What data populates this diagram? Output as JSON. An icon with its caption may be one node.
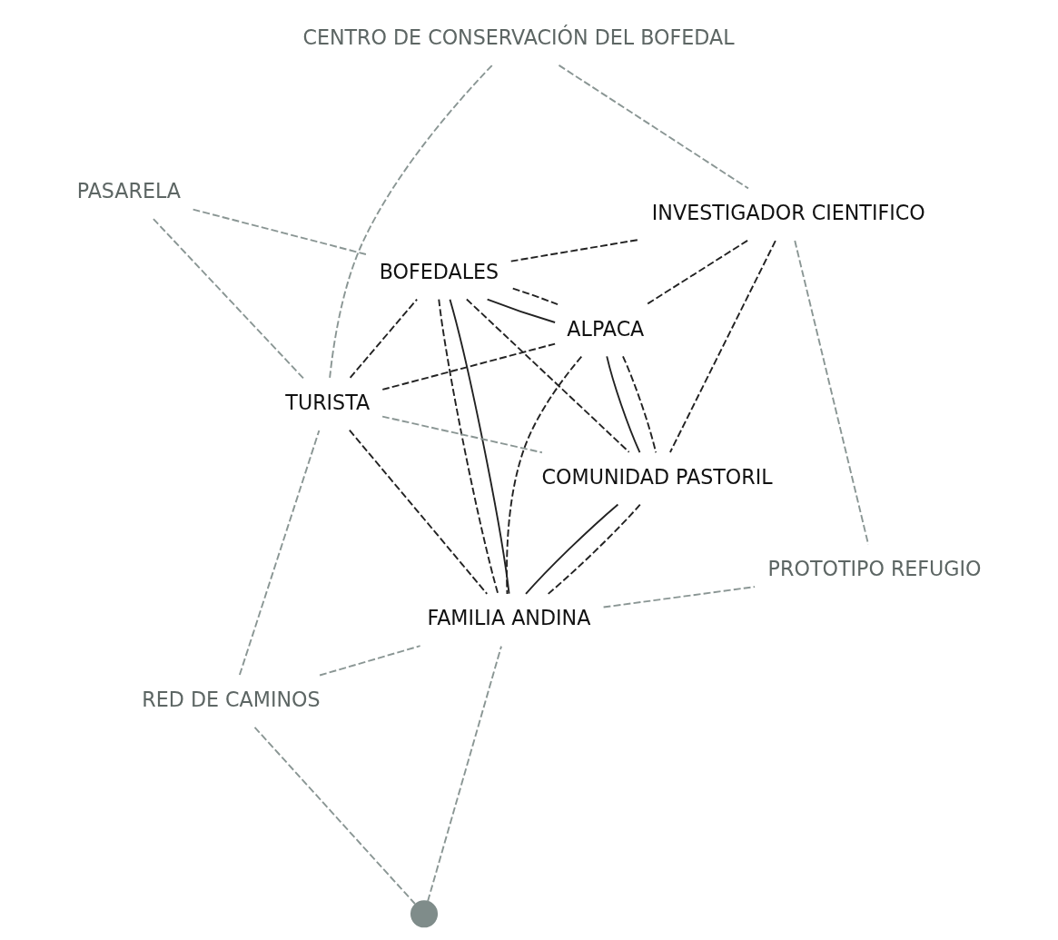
{
  "diagram": {
    "nodes": [
      {
        "text": [
          "CENTRO DE CONSERVACIÓN DEL BOFEDAL"
        ]
      },
      {
        "text": [
          "RED DE CAMINOS"
        ]
      },
      {
        "text": [
          "PASARELA"
        ]
      },
      {
        "text": [
          "BOFEDALES"
        ]
      },
      {
        "text": [
          "TURISTA"
        ]
      },
      {
        "text": [
          "INVESTIGADOR CIENTIFICO"
        ]
      },
      {
        "text": [],
        "shape": "circle"
      },
      {
        "text": [
          "ALPACA"
        ]
      },
      {
        "text": [
          "FAMILIA ANDINA"
        ]
      },
      {
        "text": [
          "PROTOTIPO REFUGIO"
        ]
      },
      {
        "text": [
          "COMUNIDAD PASTORIL"
        ]
      }
    ],
    "edges": [
      {
        "from": 3,
        "to": 8,
        "arrow": "none"
      },
      {
        "from": 8,
        "to": 10,
        "arrow": "none"
      },
      {
        "from": 10,
        "to": 7,
        "arrow": "none"
      },
      {
        "from": 7,
        "to": 3,
        "arrow": "none"
      },
      {
        "from": 4,
        "to": 3,
        "arrow": "none",
        "style": "dashed"
      },
      {
        "from": 3,
        "to": 5,
        "arrow": "none",
        "style": "dashed"
      },
      {
        "from": 4,
        "to": 7,
        "arrow": "none",
        "style": "dashed"
      },
      {
        "from": 4,
        "to": 8,
        "arrow": "none",
        "style": "dashed"
      },
      {
        "from": 5,
        "to": 7,
        "arrow": "none",
        "style": "dashed"
      },
      {
        "from": 5,
        "to": 10,
        "arrow": "none",
        "style": "dashed"
      },
      {
        "from": 3,
        "to": 10,
        "arrow": "none",
        "style": "dashed"
      },
      {
        "from": 7,
        "to": 8,
        "arrow": "none",
        "style": "dashed"
      },
      {
        "from": 7,
        "to": 3,
        "arrow": "none",
        "style": "dashed"
      },
      {
        "from": 3,
        "to": 8,
        "arrow": "none",
        "style": "dashed"
      },
      {
        "from": 7,
        "to": 10,
        "arrow": "none",
        "style": "dashed"
      },
      {
        "from": 8,
        "to": 10,
        "arrow": "none",
        "style": "dashed"
      },
      {
        "from": 1,
        "to": 4,
        "arrow": "none",
        "style": "dashed",
        "color": "#8a9694"
      },
      {
        "from": 1,
        "to": 6,
        "arrow": "none",
        "style": "dashed",
        "color": "#8a9694"
      },
      {
        "from": 1,
        "to": 8,
        "arrow": "none",
        "style": "dashed",
        "color": "#8a9694"
      },
      {
        "from": 4,
        "to": 2,
        "arrow": "none",
        "style": "dashed",
        "color": "#8a9694"
      },
      {
        "from": 2,
        "to": 3,
        "arrow": "none",
        "style": "dashed",
        "color": "#8a9694"
      },
      {
        "from": 0,
        "to": 4,
        "arrow": "none",
        "style": "dashed",
        "color": "#8a9694"
      },
      {
        "from": 0,
        "to": 5,
        "arrow": "none",
        "style": "dashed",
        "color": "#8a9694"
      },
      {
        "from": 6,
        "to": 8,
        "arrow": "none",
        "style": "dashed",
        "color": "#8a9694"
      },
      {
        "from": 4,
        "to": 10,
        "arrow": "none",
        "style": "dashed",
        "color": "#8a9694"
      },
      {
        "from": 5,
        "to": 9,
        "arrow": "none",
        "style": "dashed",
        "color": "#8a9694"
      },
      {
        "from": 8,
        "to": 9,
        "arrow": "none",
        "style": "dashed",
        "color": "#8a9694"
      }
    ]
  }
}
